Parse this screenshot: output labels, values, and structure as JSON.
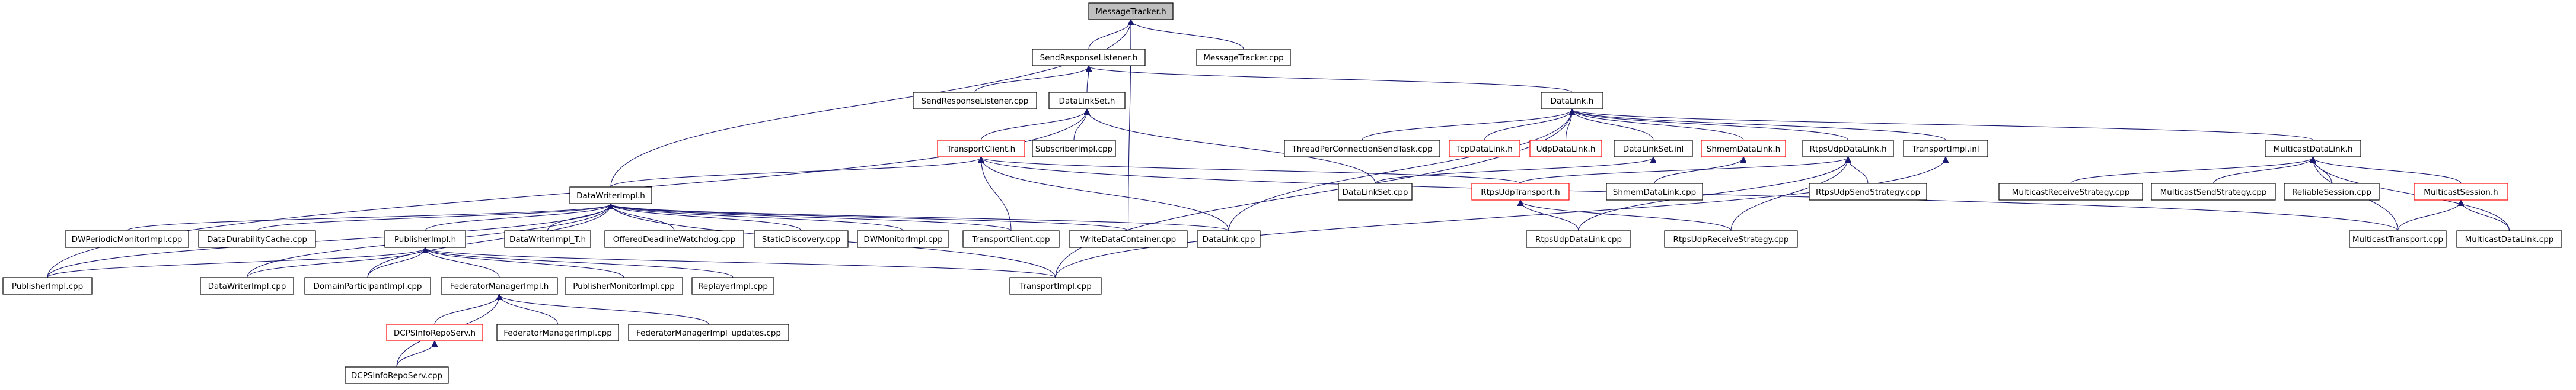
{
  "diagram": {
    "colors": {
      "edge": "#191970",
      "focus_fill": "#bfbfbf",
      "border": "#000000",
      "missing_border": "#ff0000"
    },
    "nodes": [
      {
        "id": "n1",
        "label": "MessageTracker.h",
        "style": "focus"
      },
      {
        "id": "n2",
        "label": "SendResponseListener.h",
        "style": "normal"
      },
      {
        "id": "n3",
        "label": "MessageTracker.cpp",
        "style": "normal"
      },
      {
        "id": "n4",
        "label": "SendResponseListener.cpp",
        "style": "normal"
      },
      {
        "id": "n5",
        "label": "DataLinkSet.h",
        "style": "normal"
      },
      {
        "id": "n6",
        "label": "DataLink.h",
        "style": "normal"
      },
      {
        "id": "n7",
        "label": "TransportClient.h",
        "style": "red"
      },
      {
        "id": "n8",
        "label": "SubscriberImpl.cpp",
        "style": "normal"
      },
      {
        "id": "n9",
        "label": "ThreadPerConnectionSendTask.cpp",
        "style": "normal"
      },
      {
        "id": "n10",
        "label": "TcpDataLink.h",
        "style": "red"
      },
      {
        "id": "n11",
        "label": "UdpDataLink.h",
        "style": "red"
      },
      {
        "id": "n12",
        "label": "DataLinkSet.inl",
        "style": "normal"
      },
      {
        "id": "n13",
        "label": "ShmemDataLink.h",
        "style": "red"
      },
      {
        "id": "n14",
        "label": "RtpsUdpDataLink.h",
        "style": "normal"
      },
      {
        "id": "n15",
        "label": "TransportImpl.inl",
        "style": "normal"
      },
      {
        "id": "n16",
        "label": "MulticastDataLink.h",
        "style": "normal"
      },
      {
        "id": "n17",
        "label": "DataWriterImpl.h",
        "style": "normal"
      },
      {
        "id": "n18",
        "label": "DataLinkSet.cpp",
        "style": "normal"
      },
      {
        "id": "n19",
        "label": "RtpsUdpTransport.h",
        "style": "red"
      },
      {
        "id": "n20",
        "label": "ShmemDataLink.cpp",
        "style": "normal"
      },
      {
        "id": "n21",
        "label": "RtpsUdpSendStrategy.cpp",
        "style": "normal"
      },
      {
        "id": "n22",
        "label": "MulticastReceiveStrategy.cpp",
        "style": "normal"
      },
      {
        "id": "n23",
        "label": "MulticastSendStrategy.cpp",
        "style": "normal"
      },
      {
        "id": "n24",
        "label": "ReliableSession.cpp",
        "style": "normal"
      },
      {
        "id": "n25",
        "label": "MulticastSession.h",
        "style": "red"
      },
      {
        "id": "n26",
        "label": "DWPeriodicMonitorImpl.cpp",
        "style": "normal"
      },
      {
        "id": "n27",
        "label": "DataDurabilityCache.cpp",
        "style": "normal"
      },
      {
        "id": "n28",
        "label": "PublisherImpl.h",
        "style": "normal"
      },
      {
        "id": "n29",
        "label": "DataWriterImpl_T.h",
        "style": "normal"
      },
      {
        "id": "n30",
        "label": "OfferedDeadlineWatchdog.cpp",
        "style": "normal"
      },
      {
        "id": "n31",
        "label": "StaticDiscovery.cpp",
        "style": "normal"
      },
      {
        "id": "n32",
        "label": "DWMonitorImpl.cpp",
        "style": "normal"
      },
      {
        "id": "n33",
        "label": "TransportClient.cpp",
        "style": "normal"
      },
      {
        "id": "n34",
        "label": "WriteDataContainer.cpp",
        "style": "normal"
      },
      {
        "id": "n35",
        "label": "DataLink.cpp",
        "style": "normal"
      },
      {
        "id": "n36",
        "label": "RtpsUdpDataLink.cpp",
        "style": "normal"
      },
      {
        "id": "n37",
        "label": "RtpsUdpReceiveStrategy.cpp",
        "style": "normal"
      },
      {
        "id": "n38",
        "label": "MulticastTransport.cpp",
        "style": "normal"
      },
      {
        "id": "n39",
        "label": "MulticastDataLink.cpp",
        "style": "normal"
      },
      {
        "id": "n40",
        "label": "PublisherImpl.cpp",
        "style": "normal"
      },
      {
        "id": "n41",
        "label": "DataWriterImpl.cpp",
        "style": "normal"
      },
      {
        "id": "n42",
        "label": "DomainParticipantImpl.cpp",
        "style": "normal"
      },
      {
        "id": "n43",
        "label": "FederatorManagerImpl.h",
        "style": "normal"
      },
      {
        "id": "n44",
        "label": "PublisherMonitorImpl.cpp",
        "style": "normal"
      },
      {
        "id": "n45",
        "label": "ReplayerImpl.cpp",
        "style": "normal"
      },
      {
        "id": "n46",
        "label": "TransportImpl.cpp",
        "style": "normal"
      },
      {
        "id": "n47",
        "label": "DCPSInfoRepoServ.h",
        "style": "red"
      },
      {
        "id": "n48",
        "label": "FederatorManagerImpl.cpp",
        "style": "normal"
      },
      {
        "id": "n49",
        "label": "FederatorManagerImpl_updates.cpp",
        "style": "normal"
      },
      {
        "id": "n50",
        "label": "DCPSInfoRepoServ.cpp",
        "style": "normal"
      }
    ],
    "edges": [
      [
        "n1",
        "n2"
      ],
      [
        "n1",
        "n3"
      ],
      [
        "n1",
        "n17"
      ],
      [
        "n1",
        "n34"
      ],
      [
        "n2",
        "n4"
      ],
      [
        "n2",
        "n5"
      ],
      [
        "n2",
        "n6"
      ],
      [
        "n5",
        "n7"
      ],
      [
        "n5",
        "n8"
      ],
      [
        "n5",
        "n18"
      ],
      [
        "n5",
        "n40"
      ],
      [
        "n6",
        "n9"
      ],
      [
        "n6",
        "n10"
      ],
      [
        "n6",
        "n11"
      ],
      [
        "n6",
        "n12"
      ],
      [
        "n6",
        "n13"
      ],
      [
        "n6",
        "n14"
      ],
      [
        "n6",
        "n15"
      ],
      [
        "n6",
        "n16"
      ],
      [
        "n6",
        "n35"
      ],
      [
        "n6",
        "n46"
      ],
      [
        "n7",
        "n17"
      ],
      [
        "n7",
        "n19"
      ],
      [
        "n7",
        "n33"
      ],
      [
        "n7",
        "n35"
      ],
      [
        "n7",
        "n38"
      ],
      [
        "n12",
        "n18"
      ],
      [
        "n13",
        "n20"
      ],
      [
        "n14",
        "n19"
      ],
      [
        "n14",
        "n21"
      ],
      [
        "n14",
        "n36"
      ],
      [
        "n14",
        "n37"
      ],
      [
        "n15",
        "n46"
      ],
      [
        "n16",
        "n22"
      ],
      [
        "n16",
        "n23"
      ],
      [
        "n16",
        "n24"
      ],
      [
        "n16",
        "n25"
      ],
      [
        "n16",
        "n38"
      ],
      [
        "n16",
        "n39"
      ],
      [
        "n25",
        "n38"
      ],
      [
        "n25",
        "n39"
      ],
      [
        "n19",
        "n36"
      ],
      [
        "n19",
        "n37"
      ],
      [
        "n17",
        "n26"
      ],
      [
        "n17",
        "n27"
      ],
      [
        "n17",
        "n28"
      ],
      [
        "n17",
        "n29"
      ],
      [
        "n17",
        "n30"
      ],
      [
        "n17",
        "n31"
      ],
      [
        "n17",
        "n32"
      ],
      [
        "n17",
        "n33"
      ],
      [
        "n17",
        "n34"
      ],
      [
        "n17",
        "n35"
      ],
      [
        "n17",
        "n40"
      ],
      [
        "n17",
        "n41"
      ],
      [
        "n17",
        "n42"
      ],
      [
        "n17",
        "n46"
      ],
      [
        "n28",
        "n40"
      ],
      [
        "n28",
        "n41"
      ],
      [
        "n28",
        "n42"
      ],
      [
        "n28",
        "n43"
      ],
      [
        "n28",
        "n44"
      ],
      [
        "n28",
        "n45"
      ],
      [
        "n28",
        "n46"
      ],
      [
        "n43",
        "n47"
      ],
      [
        "n43",
        "n48"
      ],
      [
        "n43",
        "n49"
      ],
      [
        "n43",
        "n50"
      ],
      [
        "n47",
        "n50"
      ]
    ]
  }
}
